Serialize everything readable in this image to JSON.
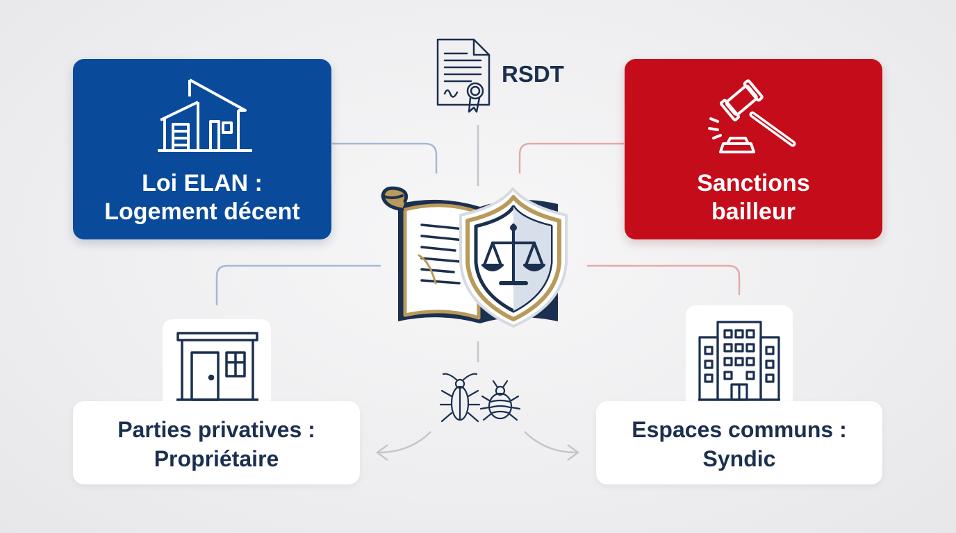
{
  "diagram": {
    "top": {
      "label": "RSDT",
      "icon": "certificate-document-icon"
    },
    "center": {
      "icon": "law-book-shield-scales-icon"
    },
    "bottom_center": {
      "icon": "cockroach-bedbug-icon"
    },
    "nodes": {
      "loi_elan": {
        "line1": "Loi ELAN :",
        "line2": "Logement décent",
        "icon": "house-icon",
        "color": "#0a4a9b"
      },
      "sanctions": {
        "line1": "Sanctions",
        "line2": "bailleur",
        "icon": "gavel-icon",
        "color": "#c50c1a"
      },
      "parties_privatives": {
        "line1": "Parties privatives :",
        "line2": "Propriétaire",
        "icon": "apartment-door-icon"
      },
      "espaces_communs": {
        "line1": "Espaces communs :",
        "line2": "Syndic",
        "icon": "apartment-building-icon"
      }
    },
    "colors": {
      "navy": "#1b2f4f",
      "gold": "#b99a5a",
      "blue_connector": "#a8b8d4",
      "red_connector": "#e3aaaa",
      "grey_connector": "#c2c6cc"
    }
  }
}
